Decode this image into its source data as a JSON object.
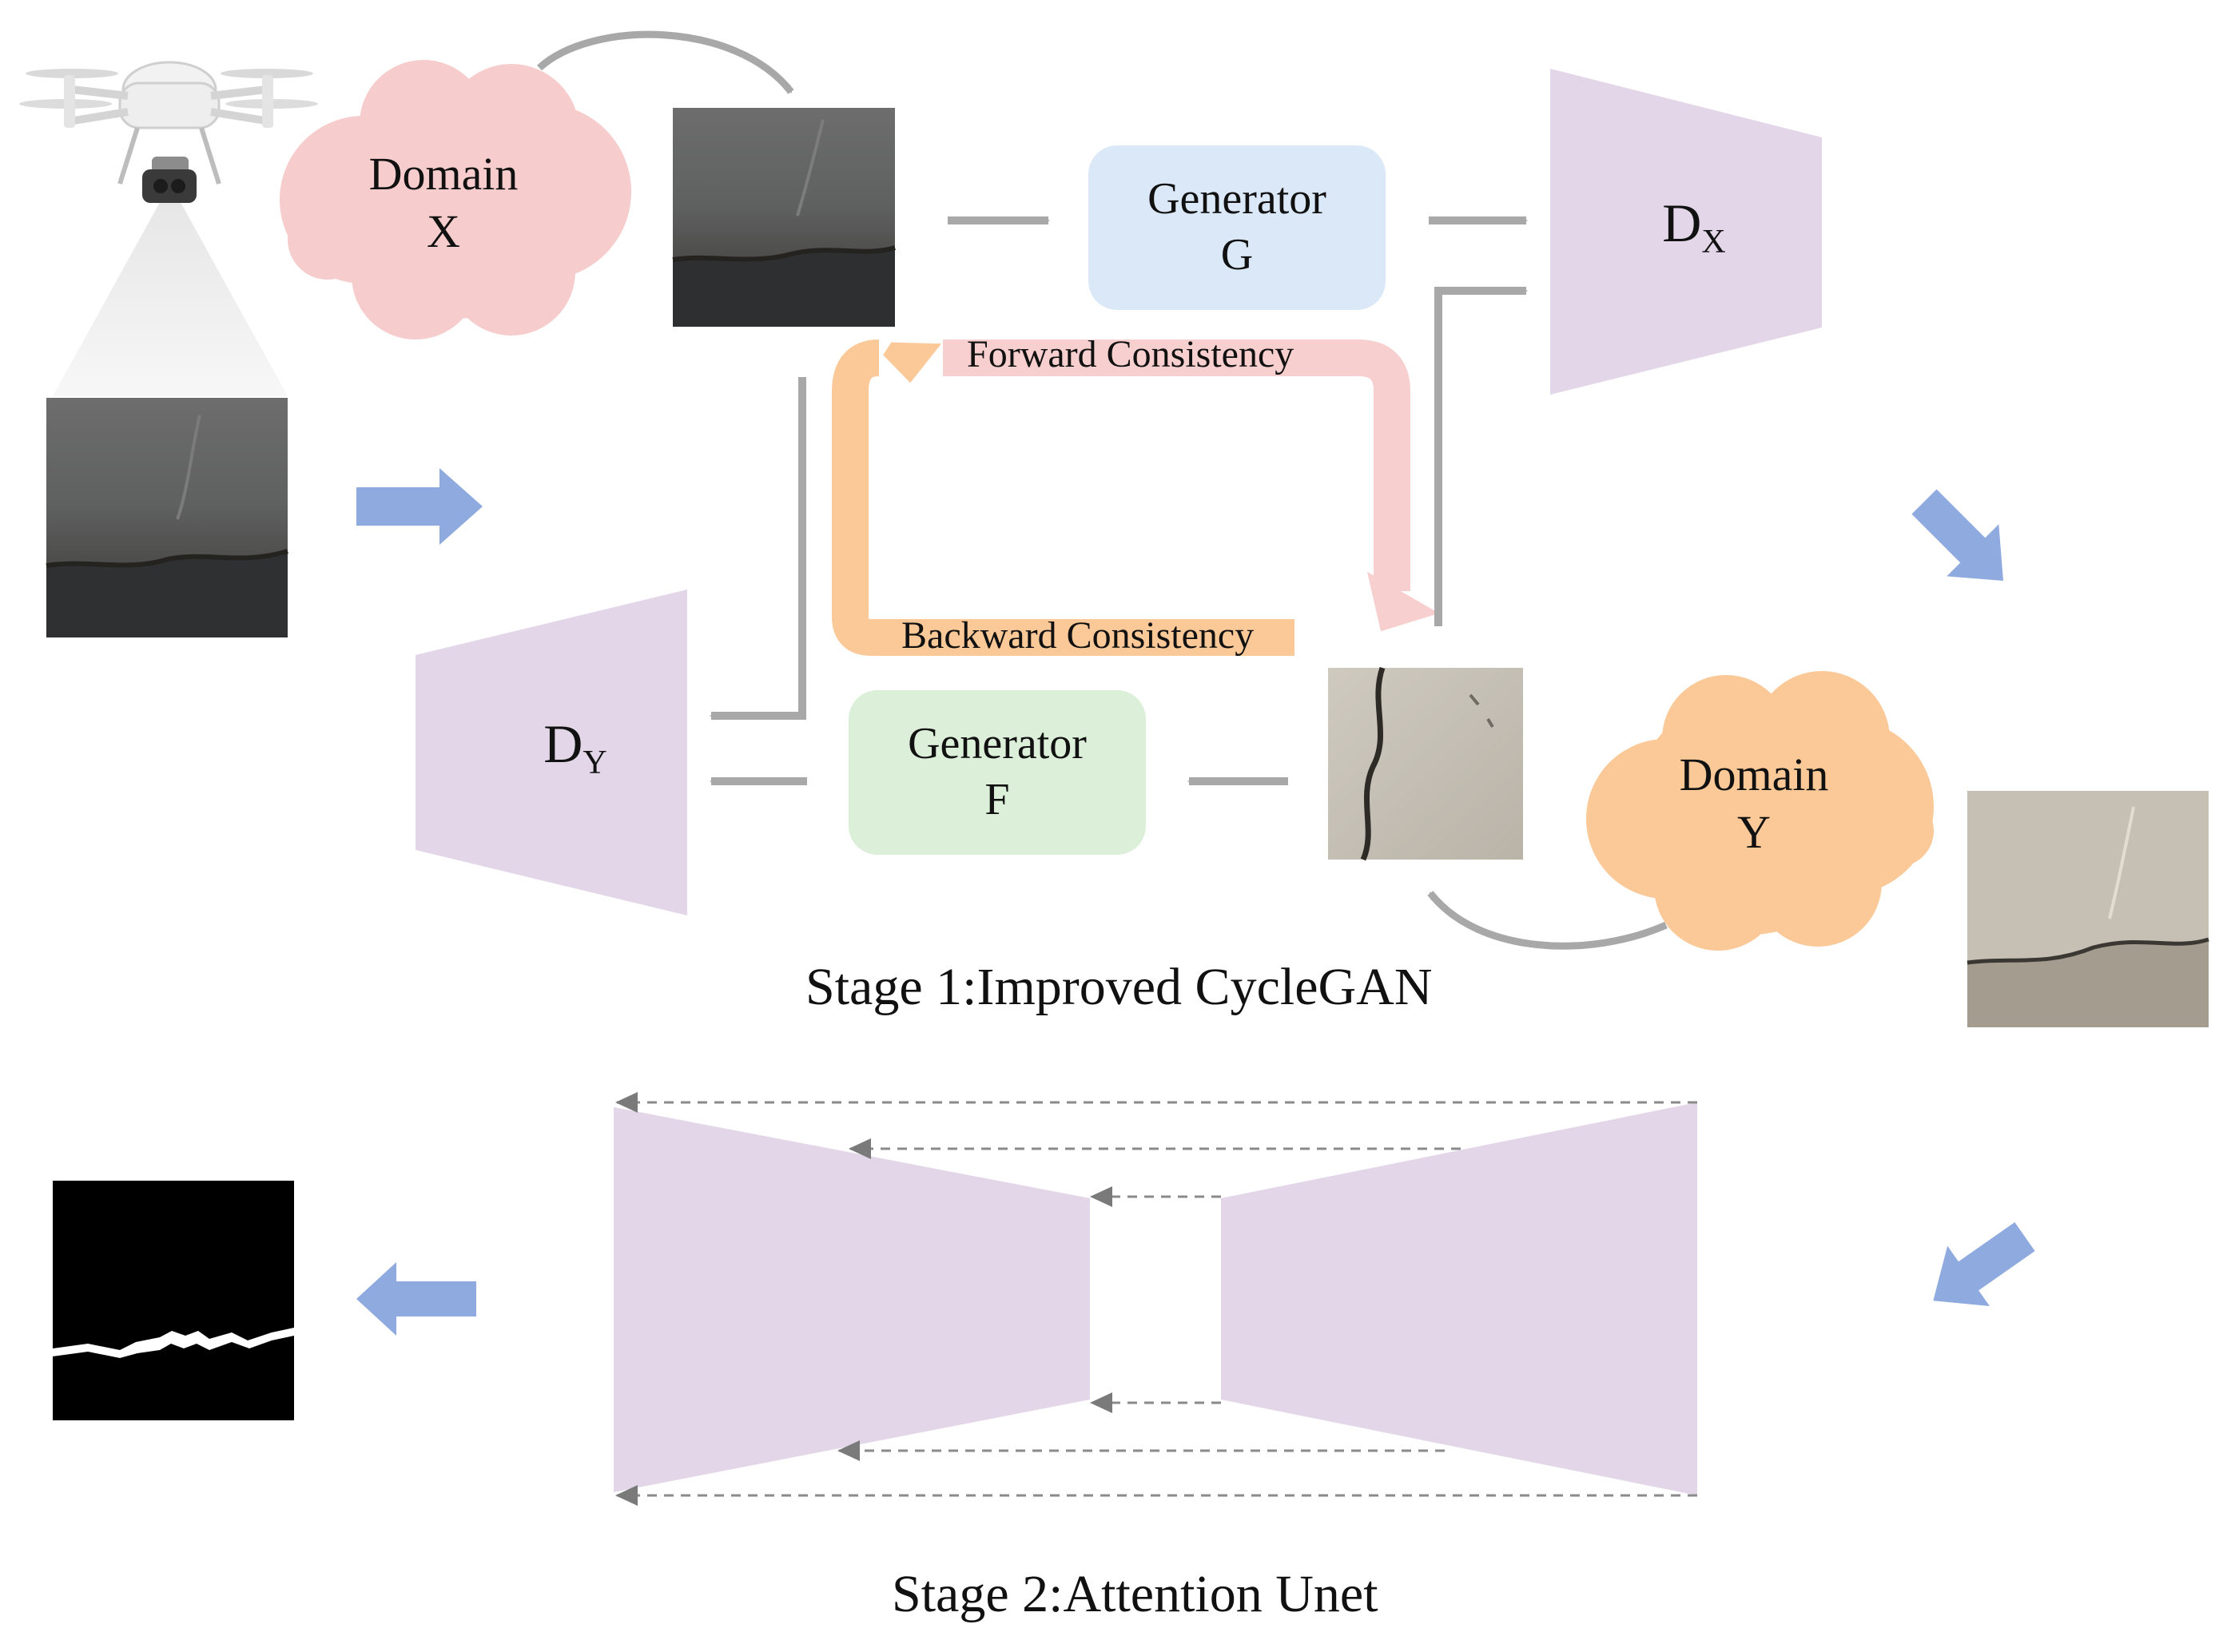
{
  "generators": {
    "g": {
      "title": "Generator",
      "letter": "G",
      "color": "#dbe8f7"
    },
    "f": {
      "title": "Generator",
      "letter": "F",
      "color": "#dcefd9"
    }
  },
  "domains": {
    "x": {
      "title": "Domain",
      "letter": "X",
      "color": "#f6cccc"
    },
    "y": {
      "title": "Domain",
      "letter": "Y",
      "color": "#fbc897"
    }
  },
  "discriminators": {
    "dx": {
      "main": "D",
      "sub": "X"
    },
    "dy": {
      "main": "D",
      "sub": "Y"
    },
    "color": "#e2d6e8"
  },
  "consistency": {
    "forward": "Forward Consistency",
    "backward": "Backward Consistency",
    "forward_color": "#f7cfcf",
    "backward_color": "#fbc897"
  },
  "stages": {
    "stage1": "Stage 1:Improved CycleGAN",
    "stage2": "Stage 2:Attention Unet"
  },
  "colors": {
    "gray_arrow": "#a8a8a8",
    "blue_arrow": "#8eaadf",
    "unet": "#e2d6e8"
  }
}
